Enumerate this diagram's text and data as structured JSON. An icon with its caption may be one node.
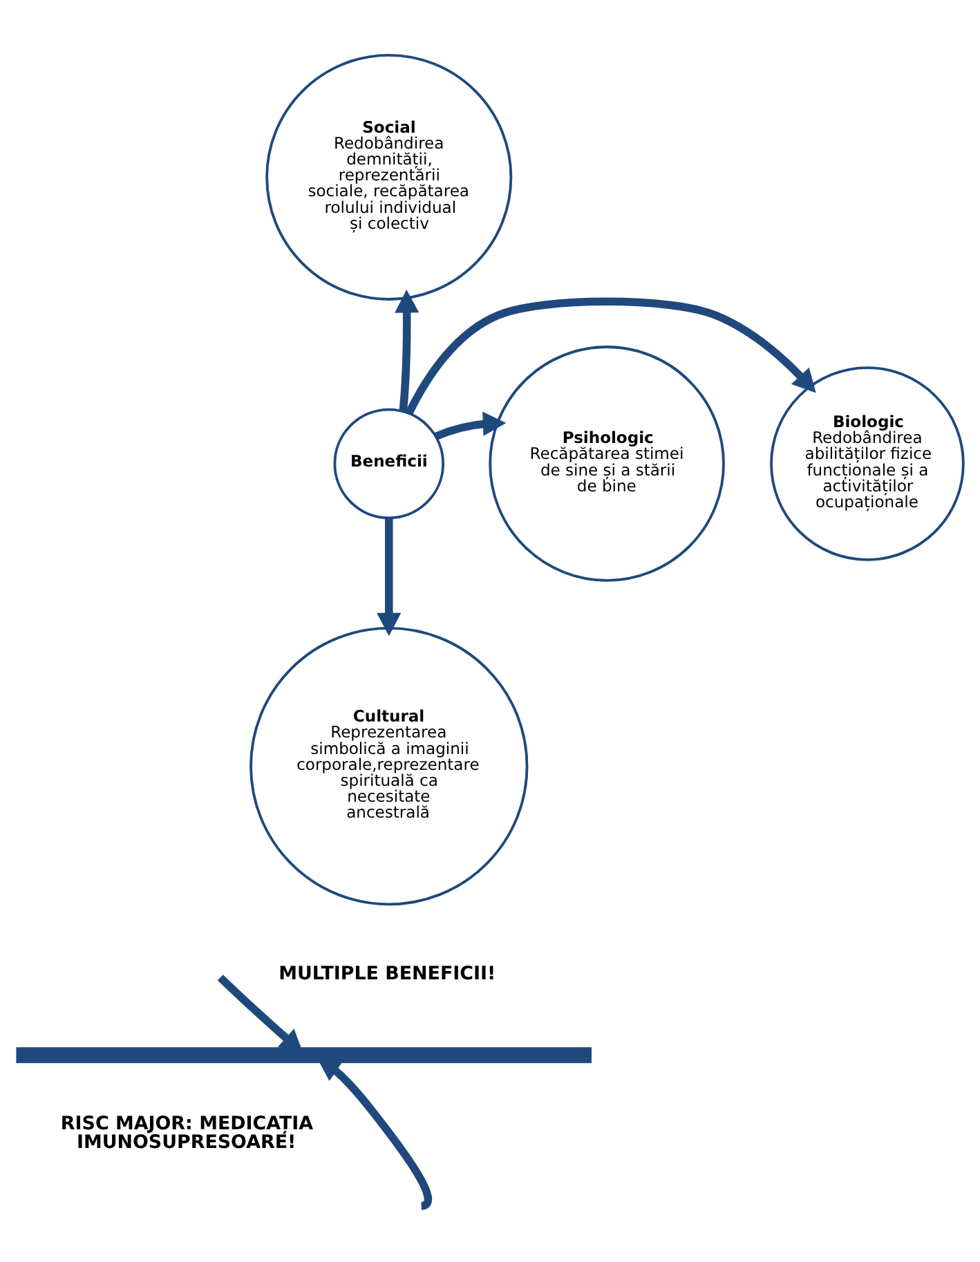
{
  "diagram": {
    "nodes": [
      {
        "text": [
          "Beneficii"
        ]
      },
      {
        "text": [
          "Social",
          "Redobândirea demnității, reprezentării sociale, recăpătarea rolului individual și colectiv"
        ]
      },
      {
        "text": [
          "Biologic",
          "Redobândirea abilităților fizice funcționale și a activităților ocupaționale"
        ]
      },
      {
        "text": [
          "Psihologic",
          "Recăpătarea stimei de sine și a stării de bine"
        ]
      },
      {
        "text": [
          "Cultural",
          "Reprezentarea simbolică a imaginii corporale,reprezentare spirituală ca necesitate ancestrală"
        ]
      },
      {
        "text": [],
        "shape": "bar"
      }
    ],
    "edges": [
      {
        "from": 0,
        "to": 1,
        "arrow": "to"
      },
      {
        "from": 0,
        "to": 2,
        "arrow": "to"
      },
      {
        "from": 0,
        "to": 3,
        "arrow": "to"
      },
      {
        "from": 0,
        "to": 4,
        "arrow": "to"
      },
      {
        "from": null,
        "to": 5,
        "arrow": "to"
      },
      {
        "from": null,
        "to": 5,
        "arrow": "to"
      }
    ],
    "labels": [
      "MULTIPLE BENEFICII!",
      "RISC MAJOR: MEDICAȚIA IMUNOSUPRESOARE!"
    ]
  }
}
